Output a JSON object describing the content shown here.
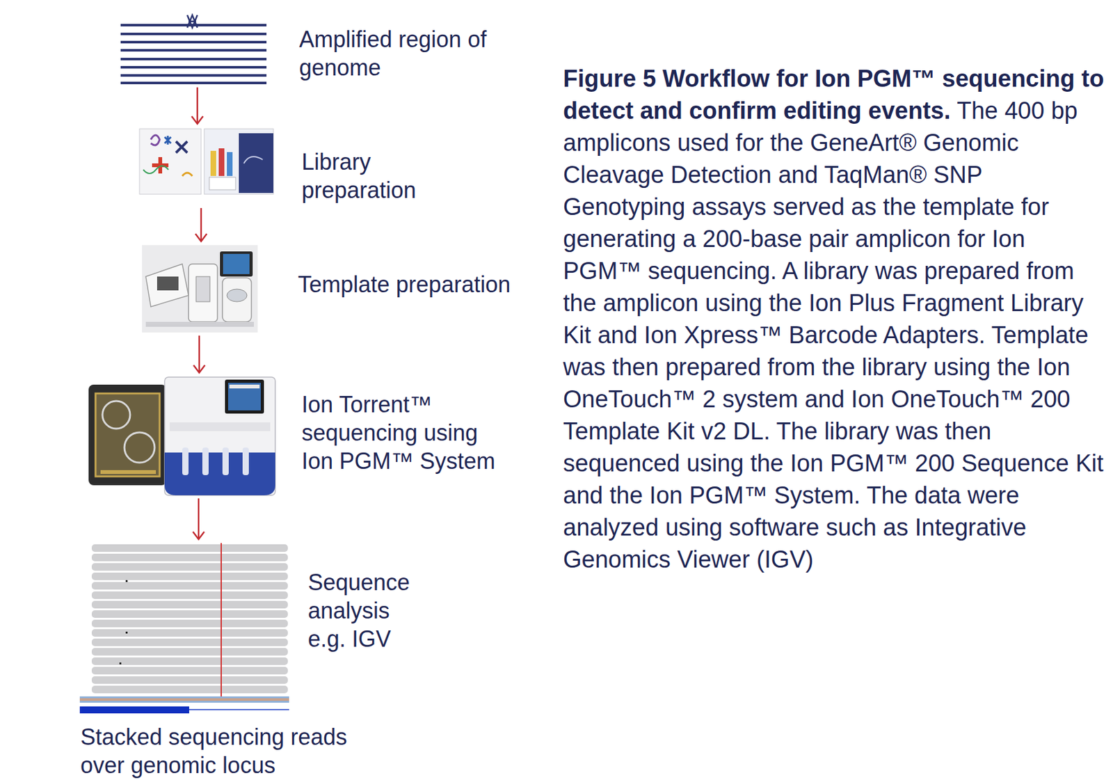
{
  "diagram": {
    "caption": "Figure 5 Workflow for Ion PGM™ sequencing to detect and confirm editing events.",
    "nodes": [
      {
        "text": [
          "Amplified region of genome"
        ]
      },
      {
        "text": [
          "Library preparation"
        ]
      },
      {
        "text": [
          "Template preparation"
        ]
      },
      {
        "text": [
          "Ion Torrent™ sequencing using Ion PGM™ System"
        ]
      },
      {
        "text": [
          "Sequence analysis e.g. IGV",
          "Stacked sequencing reads over genomic locus"
        ]
      }
    ],
    "edges": [
      {
        "from": 0,
        "to": 1,
        "arrow": "to"
      },
      {
        "from": 1,
        "to": 2,
        "arrow": "to"
      },
      {
        "from": 2,
        "to": 3,
        "arrow": "to"
      },
      {
        "from": 3,
        "to": 4,
        "arrow": "to"
      }
    ],
    "labels": [
      "The 400 bp amplicons used for the GeneArt® Genomic Cleavage Detection and TaqMan® SNP Genotyping assays served as the template for generating a 200-base pair amplicon for Ion PGM™ sequencing. A library was prepared from the amplicon using the Ion Plus Fragment Library Kit and Ion Xpress™ Barcode Adapters. Template was then prepared from the library using the Ion OneTouch™ 2 system and Ion OneTouch™ 200 Template Kit v2 DL. The library was then sequenced using the Ion PGM™ 200 Sequence Kit and the Ion PGM™ System. The data were analyzed using software such as Integrative Genomics Viewer (IGV)"
    ]
  }
}
